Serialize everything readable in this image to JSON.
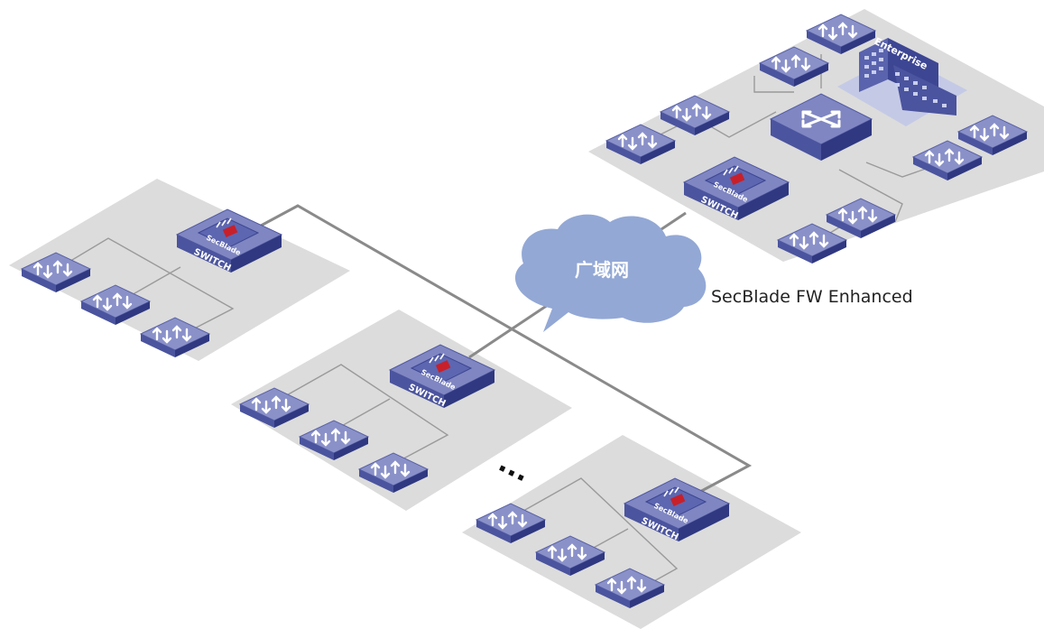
{
  "cloud": {
    "label": "广域网"
  },
  "caption": "SecBlade FW Enhanced",
  "building_label": "Enterprise",
  "device": {
    "brand": "SecBlade",
    "type": "SWITCH"
  },
  "ellipsis": "...",
  "colors": {
    "platform": "#dcdcdc",
    "device_top": "#7f86c2",
    "device_side": "#3c4591",
    "cloud": "#93a8d5",
    "link": "#8a8a8a",
    "accent": "#c8202a"
  },
  "icons": [
    "access-switch-icon",
    "secblade-switch-icon",
    "core-router-icon",
    "enterprise-building-icon",
    "cloud-icon"
  ]
}
